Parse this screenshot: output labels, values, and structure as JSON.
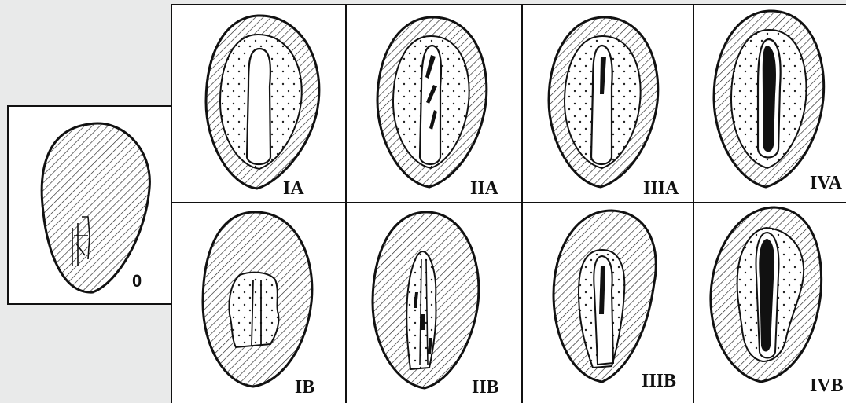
{
  "figure": {
    "panels": [
      {
        "id": "p0",
        "label": "0",
        "stage": "0"
      },
      {
        "id": "p1a",
        "label": "IA",
        "stage": "I",
        "row": "A"
      },
      {
        "id": "p2a",
        "label": "IIA",
        "stage": "II",
        "row": "A"
      },
      {
        "id": "p3a",
        "label": "IIIA",
        "stage": "III",
        "row": "A"
      },
      {
        "id": "p4a",
        "label": "IVA",
        "stage": "IV",
        "row": "A"
      },
      {
        "id": "p1b",
        "label": "IB",
        "stage": "I",
        "row": "B"
      },
      {
        "id": "p2b",
        "label": "IIB",
        "stage": "II",
        "row": "B"
      },
      {
        "id": "p3b",
        "label": "IIIB",
        "stage": "III",
        "row": "B"
      },
      {
        "id": "p4b",
        "label": "IVB",
        "stage": "IV",
        "row": "B"
      }
    ],
    "colors": {
      "ink": "#111111",
      "paper": "#ffffff",
      "margin": "#e9eaea"
    }
  }
}
